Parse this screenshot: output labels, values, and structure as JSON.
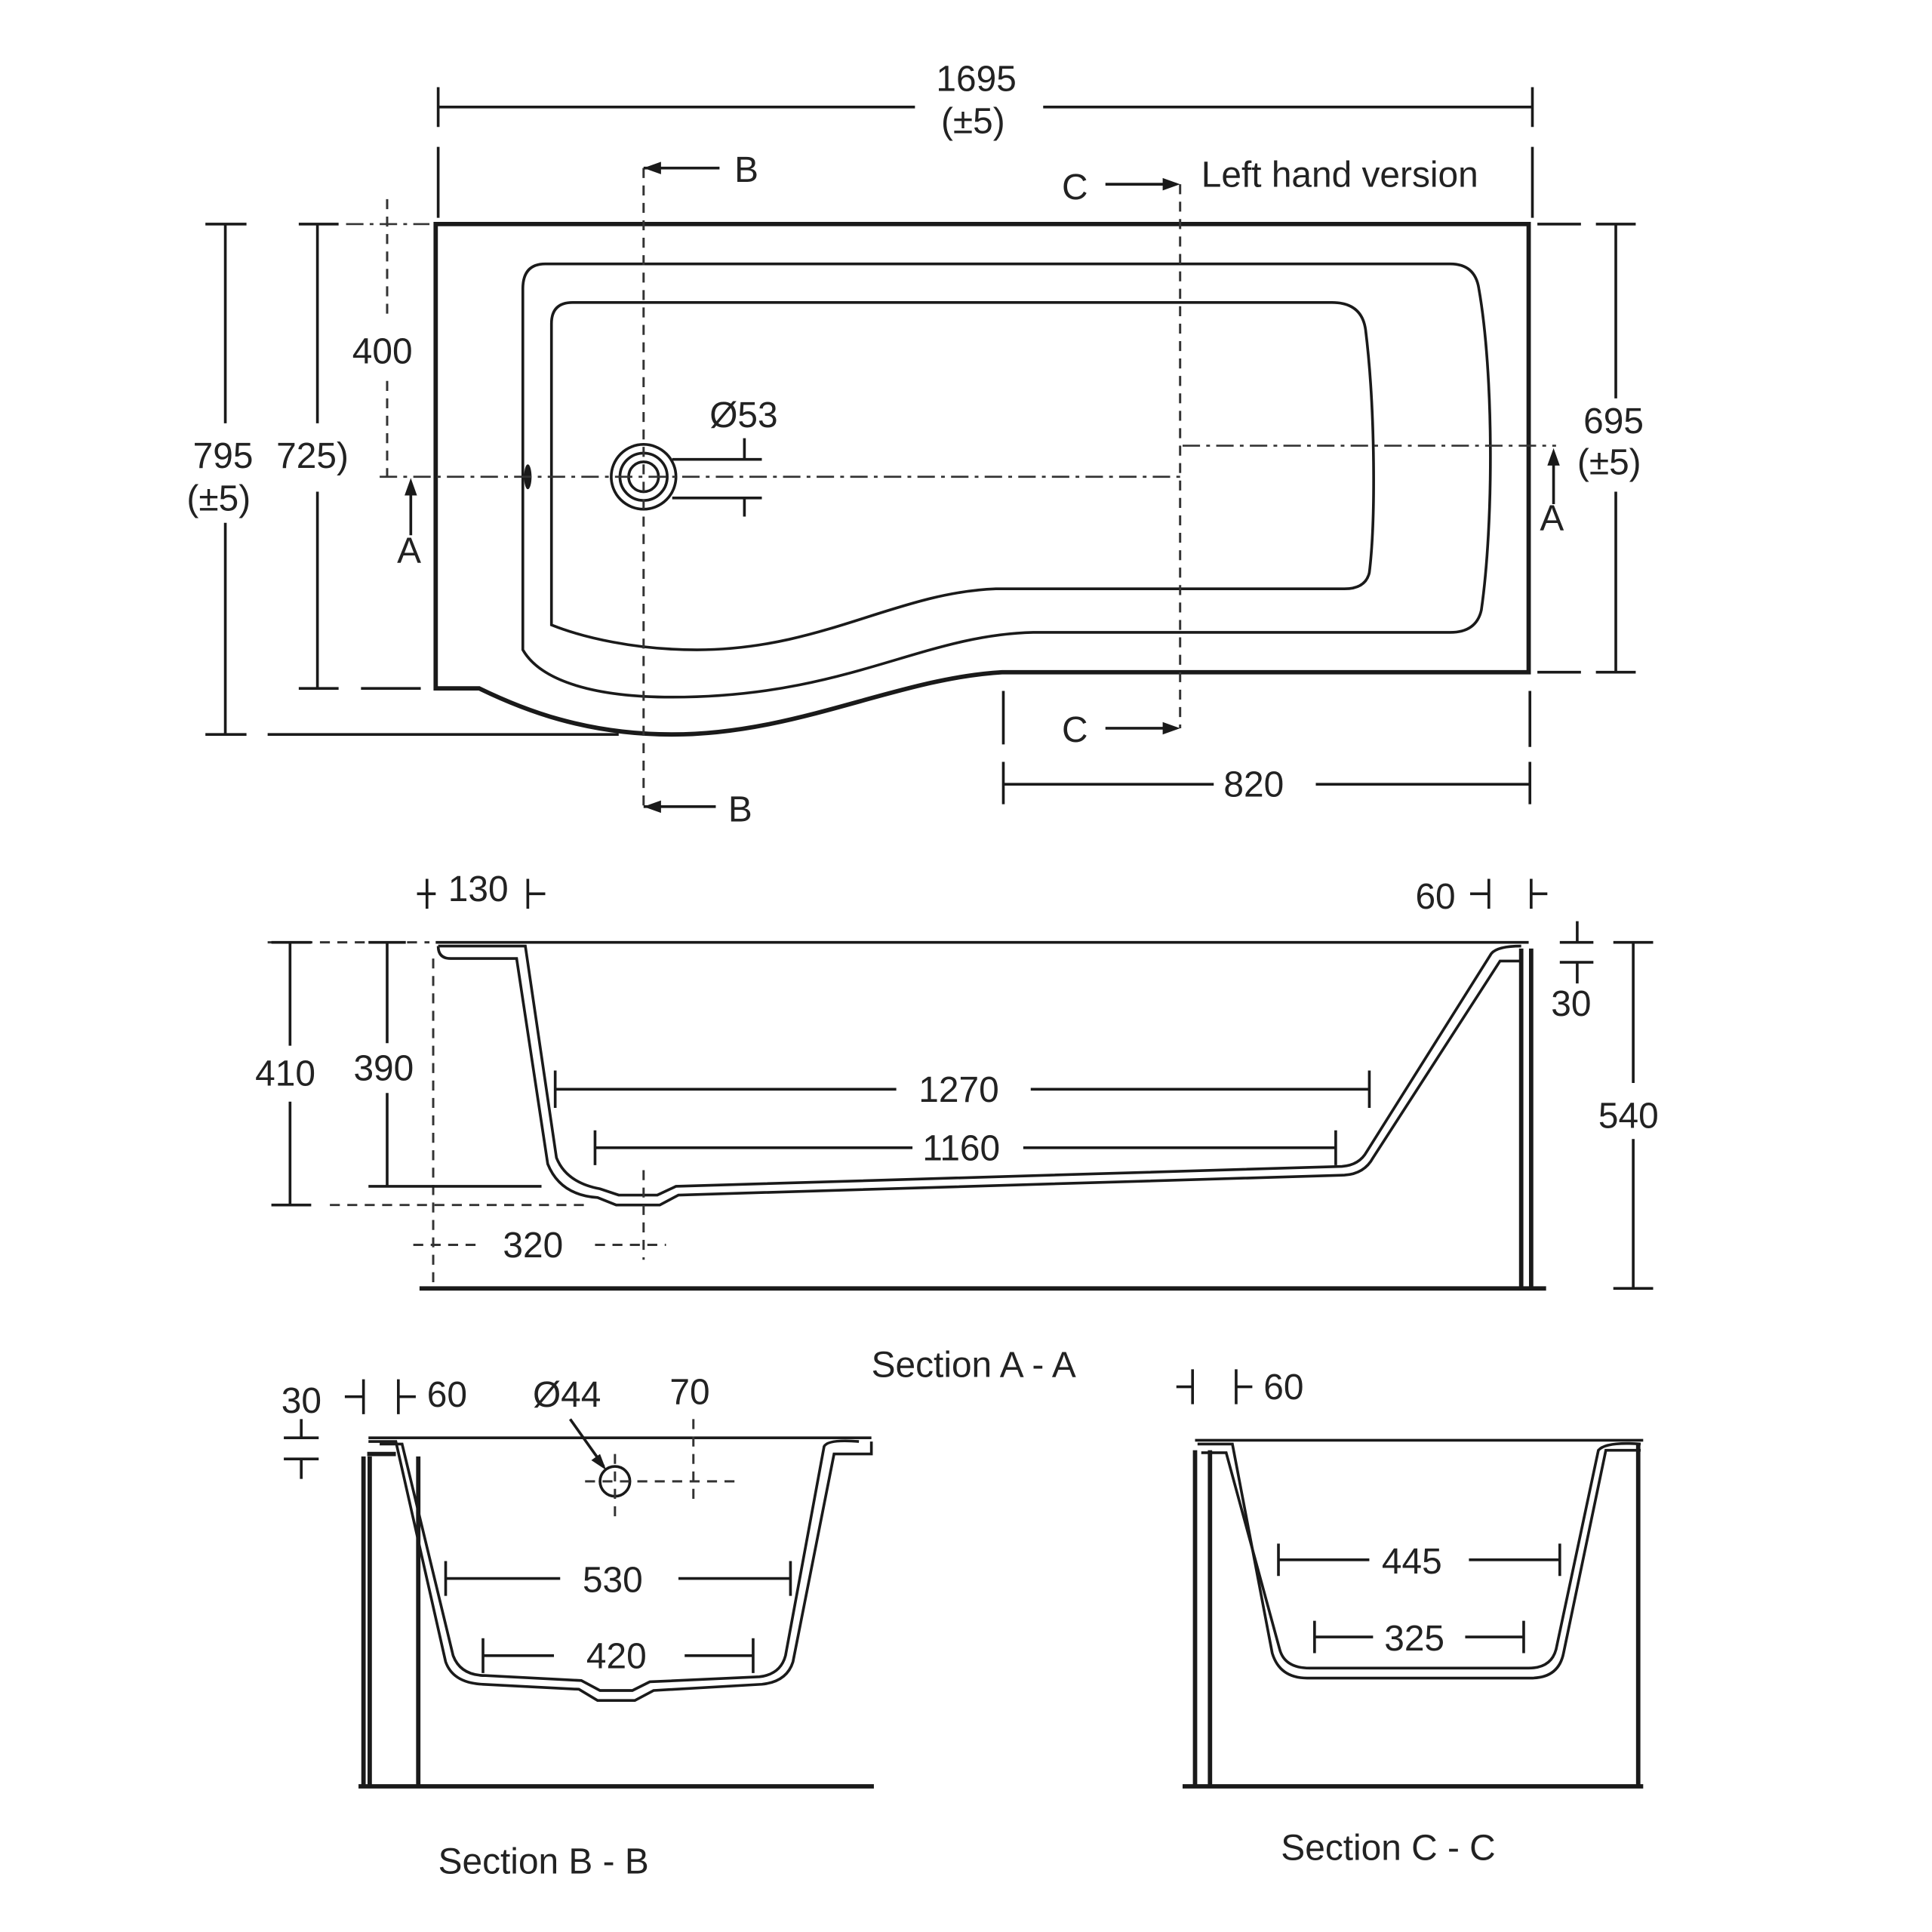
{
  "plan": {
    "version_label": "Left hand version",
    "overall_length": "1695",
    "overall_length_tol": "(±5)",
    "overall_width": "795",
    "overall_width_tol": "(±5)",
    "width_725": "725)",
    "waste_offset": "400",
    "waste_diameter": "Ø53",
    "end_width": "695",
    "end_width_tol": "(±5)",
    "straight_length": "820",
    "section_marks": {
      "a": "A",
      "b": "B",
      "c": "C"
    }
  },
  "section_a": {
    "title": "Section A - A",
    "rim_left": "130",
    "rim_right": "60",
    "rim_thickness": "30",
    "height_410": "410",
    "depth_390": "390",
    "top_length": "1270",
    "bottom_length": "1160",
    "waste_from_end": "320",
    "overall_height": "540"
  },
  "section_b": {
    "title": "Section B - B",
    "rim_thickness": "30",
    "rim_width": "60",
    "overflow_diameter": "Ø44",
    "overflow_offset": "70",
    "top_width": "530",
    "bottom_width": "420"
  },
  "section_c": {
    "title": "Section C - C",
    "rim_width": "60",
    "top_width": "445",
    "bottom_width": "325"
  }
}
